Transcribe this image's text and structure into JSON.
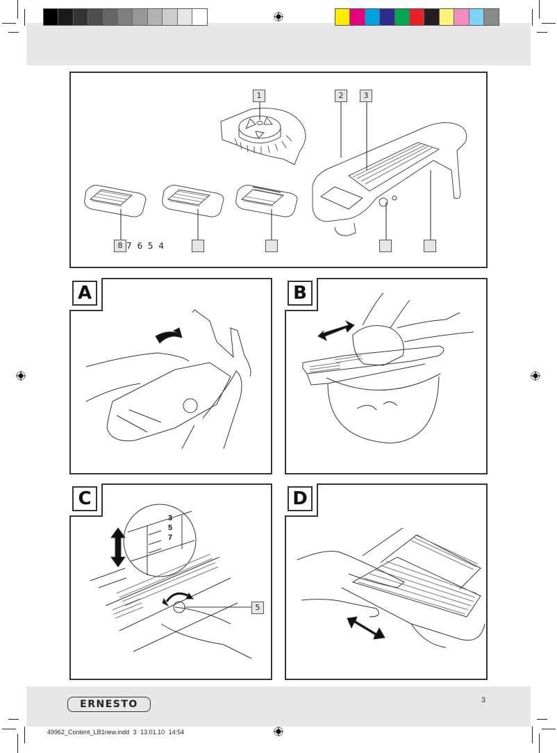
{
  "print_marks": {
    "grayscale_swatches": [
      "#000000",
      "#1a1a1a",
      "#333333",
      "#4d4d4d",
      "#666666",
      "#808080",
      "#999999",
      "#b3b3b3",
      "#cccccc",
      "#e6e6e6",
      "#ffffff"
    ],
    "color_swatches": [
      "#ffed00",
      "#e6007e",
      "#00a0e3",
      "#2c2c8f",
      "#00a650",
      "#e8202a",
      "#231f20",
      "#fff37a",
      "#f28cc2",
      "#7fd3f7",
      "#8a8a8a"
    ],
    "registration_icon": "registration-crosshair-icon"
  },
  "overview_panel": {
    "callouts": [
      "1",
      "2",
      "3",
      "",
      "",
      "",
      "",
      ""
    ],
    "sequence_box_value": "8",
    "sequence_text": "7 6 5 4"
  },
  "steps": [
    {
      "letter": "A"
    },
    {
      "letter": "B"
    },
    {
      "letter": "C",
      "magnifier_numbers": [
        "3",
        "5",
        "7"
      ],
      "callout": "5"
    },
    {
      "letter": "D"
    }
  ],
  "footer": {
    "brand": "ERNESTO",
    "page_number": "3",
    "slug": "49962_Content_LB1new.indd   3   13.01.10   14:54"
  }
}
